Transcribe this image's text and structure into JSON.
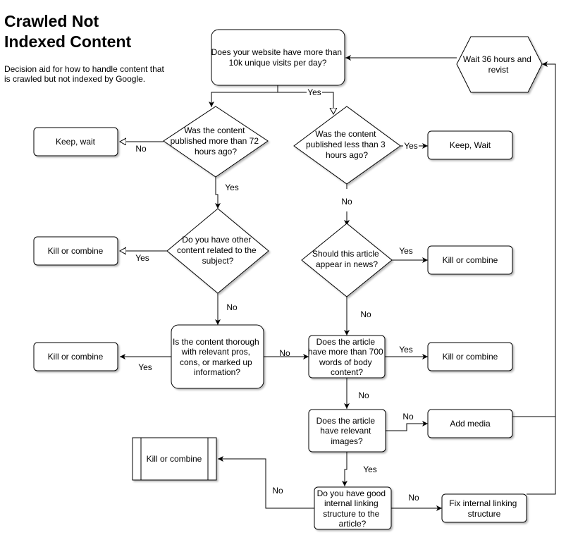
{
  "header": {
    "title_line1": "Crawled Not",
    "title_line2": "Indexed Content",
    "subtitle_line1": "Decision aid for how to handle content that",
    "subtitle_line2": "is crawled but not indexed by Google."
  },
  "nodes": {
    "start": [
      "Does your website have more than",
      "10k unique visits per day?"
    ],
    "wait": [
      "Wait 36 hours and",
      "revist"
    ],
    "q72": [
      "Was the content",
      "published more than 72",
      "hours ago?"
    ],
    "q3": [
      "Was the content",
      "published less than 3",
      "hours ago?"
    ],
    "keep_wait_left": [
      "Keep, wait"
    ],
    "keep_wait_right": [
      "Keep, Wait"
    ],
    "q_related": [
      "Do you have other",
      "content related to the",
      "subject?"
    ],
    "q_news": [
      "Should this article",
      "appear in news?"
    ],
    "kill1": [
      "Kill or combine"
    ],
    "kill2": [
      "Kill or combine"
    ],
    "q_thorough": [
      "Is the content thorough",
      "with relevant pros,",
      "cons, or marked up",
      "information?"
    ],
    "q_700": [
      "Does the article",
      "have more than 700",
      "words of body",
      "content?"
    ],
    "kill3": [
      "Kill or combine"
    ],
    "kill4": [
      "Kill or combine"
    ],
    "q_images": [
      "Does the article",
      "have relevant",
      "images?"
    ],
    "add_media": [
      "Add media"
    ],
    "kill_final": [
      "Kill or combine"
    ],
    "q_linking": [
      "Do you have good",
      "internal linking",
      "structure to the",
      "article?"
    ],
    "fix_linking": [
      "Fix internal linking",
      "structure"
    ]
  },
  "edge_labels": {
    "start_q3": "Yes",
    "q72_keep": "No",
    "q72_related": "Yes",
    "q3_keep": "Yes",
    "q3_news": "No",
    "related_kill": "Yes",
    "related_thorough": "No",
    "news_kill": "Yes",
    "news_700": "No",
    "thorough_kill": "Yes",
    "thorough_700": "No",
    "q700_kill": "Yes",
    "q700_images": "No",
    "images_media": "No",
    "images_linking": "Yes",
    "linking_kill": "No",
    "linking_fix": "No"
  }
}
